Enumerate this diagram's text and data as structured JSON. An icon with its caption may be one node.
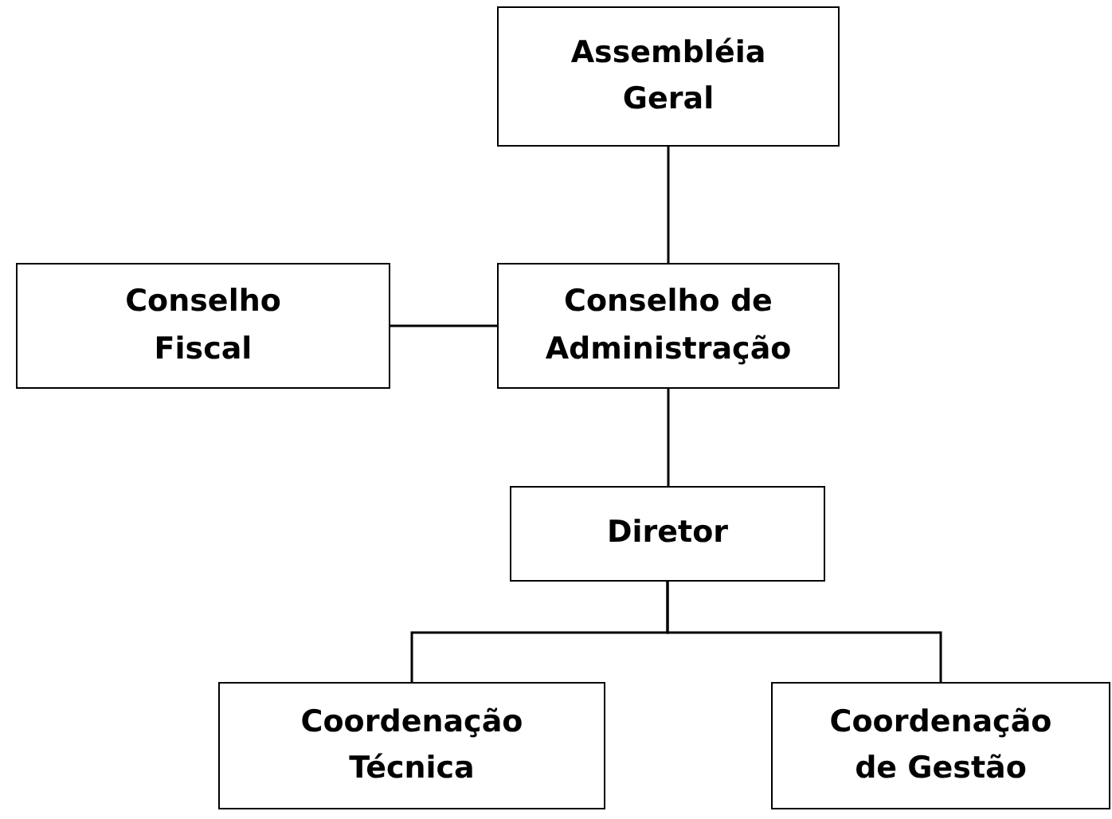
{
  "diagram": {
    "nodes": [
      {
        "text": [
          "Assembléia Geral"
        ]
      },
      {
        "text": [
          "Conselho Fiscal"
        ]
      },
      {
        "text": [
          "Conselho de Administração"
        ]
      },
      {
        "text": [
          "Diretor"
        ]
      },
      {
        "text": [
          "Coordenação Técnica"
        ]
      },
      {
        "text": [
          "Coordenação de Gestão"
        ]
      }
    ],
    "edges": [
      {
        "from": 0,
        "to": 2,
        "arrow": "none"
      },
      {
        "from": 1,
        "to": 2,
        "arrow": "none"
      },
      {
        "from": 2,
        "to": 3,
        "arrow": "none"
      },
      {
        "from": 3,
        "to": 4,
        "arrow": "none"
      },
      {
        "from": 3,
        "to": 5,
        "arrow": "none"
      }
    ]
  }
}
